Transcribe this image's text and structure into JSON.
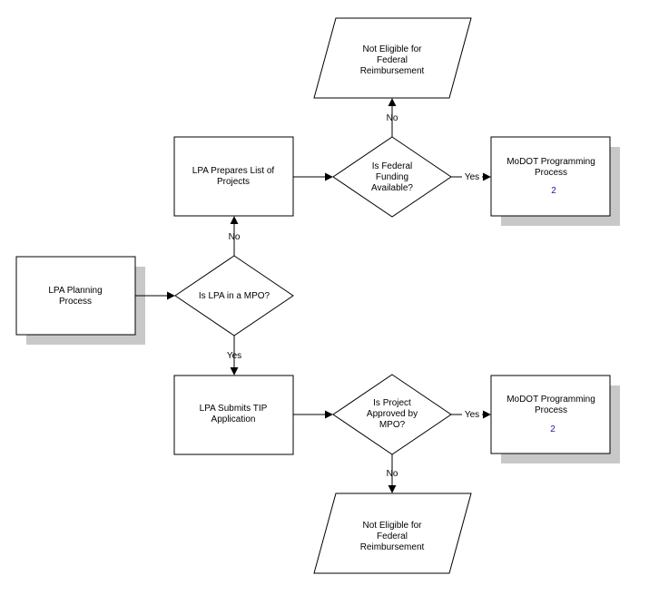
{
  "nodes": {
    "lpa_planning": {
      "lines": [
        "LPA Planning",
        "Process"
      ]
    },
    "lpa_in_mpo": {
      "lines": [
        "Is LPA in a MPO?"
      ]
    },
    "lpa_prepares": {
      "lines": [
        "LPA Prepares List of",
        "Projects"
      ]
    },
    "federal_funding": {
      "lines": [
        "Is Federal",
        "Funding",
        "Available?"
      ]
    },
    "not_eligible_top": {
      "lines": [
        "Not Eligible for",
        "Federal",
        "Reimbursement"
      ]
    },
    "modot_top": {
      "lines": [
        "MoDOT Programming",
        "Process"
      ],
      "ref": "2"
    },
    "lpa_submits": {
      "lines": [
        "LPA Submits TIP",
        "Application"
      ]
    },
    "project_approved": {
      "lines": [
        "Is Project",
        "Approved by",
        "MPO?"
      ]
    },
    "modot_bottom": {
      "lines": [
        "MoDOT Programming",
        "Process"
      ],
      "ref": "2"
    },
    "not_eligible_bottom": {
      "lines": [
        "Not Eligible for",
        "Federal",
        "Reimbursement"
      ]
    }
  },
  "edge_labels": {
    "mpo_no": "No",
    "mpo_yes": "Yes",
    "funding_no": "No",
    "funding_yes": "Yes",
    "approved_yes": "Yes",
    "approved_no": "No"
  },
  "colors": {
    "shadow": "#c8c8c8",
    "link": "#1a1aa6"
  }
}
